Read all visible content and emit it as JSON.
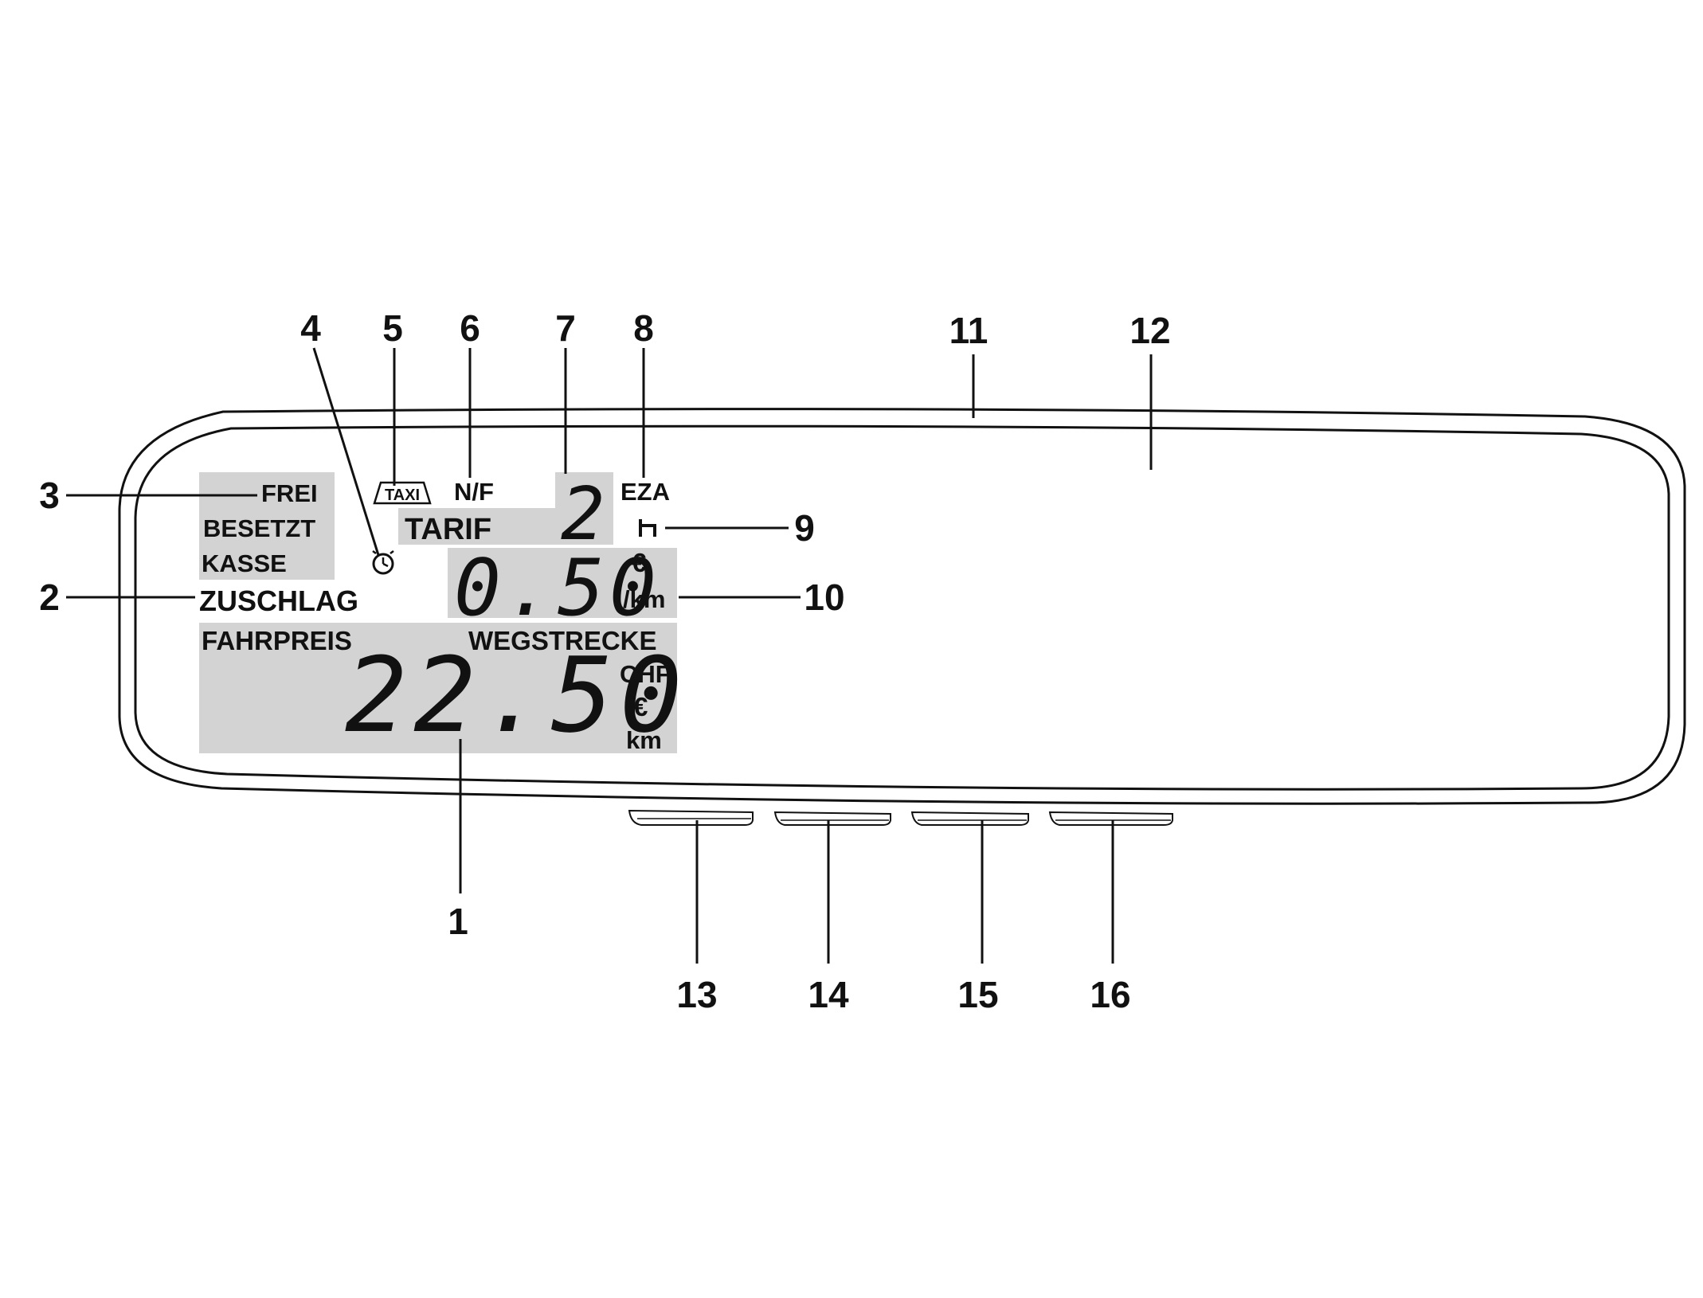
{
  "display": {
    "status_labels": [
      "FREI",
      "BESETZT",
      "KASSE"
    ],
    "zuschlag_label": "ZUSCHLAG",
    "taxi_label": "TAXI",
    "nf_label": "N/F",
    "tarif_label": "TARIF",
    "tarif_number": "2",
    "eza_label": "EZA",
    "hold_symbol": "h",
    "rate_value": "0.50",
    "rate_currency": "€",
    "rate_unit": "/km",
    "fahrpreis_label": "FAHRPREIS",
    "wegstrecke_label": "WEGSTRECKE",
    "fare_value": "22.50",
    "unit_chf": "CHF",
    "unit_euro": "€",
    "unit_km": "km"
  },
  "callouts": [
    "1",
    "2",
    "3",
    "4",
    "5",
    "6",
    "7",
    "8",
    "9",
    "10",
    "11",
    "12",
    "13",
    "14",
    "15",
    "16"
  ],
  "colors": {
    "lcd_highlight": "#d3d3d3",
    "line": "#111111",
    "background": "#ffffff"
  }
}
